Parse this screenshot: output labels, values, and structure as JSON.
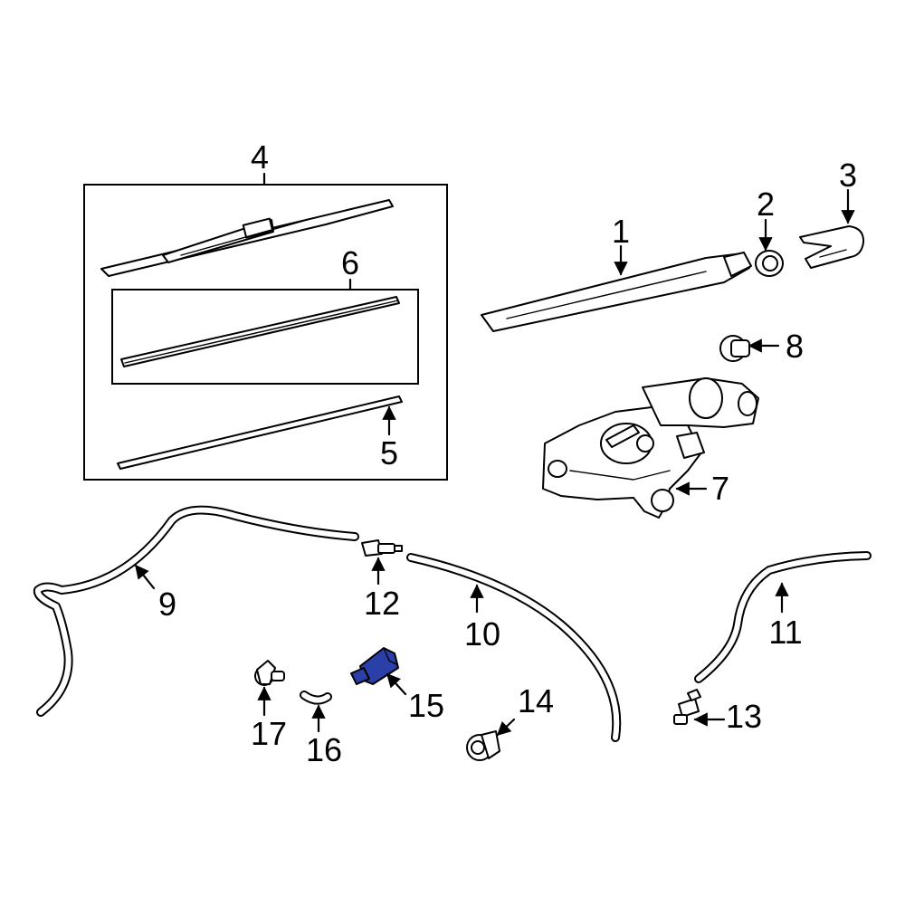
{
  "diagram": {
    "highlight_color": "#2b3fa8",
    "callouts": [
      {
        "key": "p1",
        "label": "1"
      },
      {
        "key": "p2",
        "label": "2"
      },
      {
        "key": "p3",
        "label": "3"
      },
      {
        "key": "p4",
        "label": "4"
      },
      {
        "key": "p5",
        "label": "5"
      },
      {
        "key": "p6",
        "label": "6"
      },
      {
        "key": "p7",
        "label": "7"
      },
      {
        "key": "p8",
        "label": "8"
      },
      {
        "key": "p9",
        "label": "9"
      },
      {
        "key": "p10",
        "label": "10"
      },
      {
        "key": "p11",
        "label": "11"
      },
      {
        "key": "p12",
        "label": "12"
      },
      {
        "key": "p13",
        "label": "13"
      },
      {
        "key": "p14",
        "label": "14"
      },
      {
        "key": "p15",
        "label": "15"
      },
      {
        "key": "p16",
        "label": "16"
      },
      {
        "key": "p17",
        "label": "17"
      }
    ],
    "highlighted_part": "15"
  }
}
